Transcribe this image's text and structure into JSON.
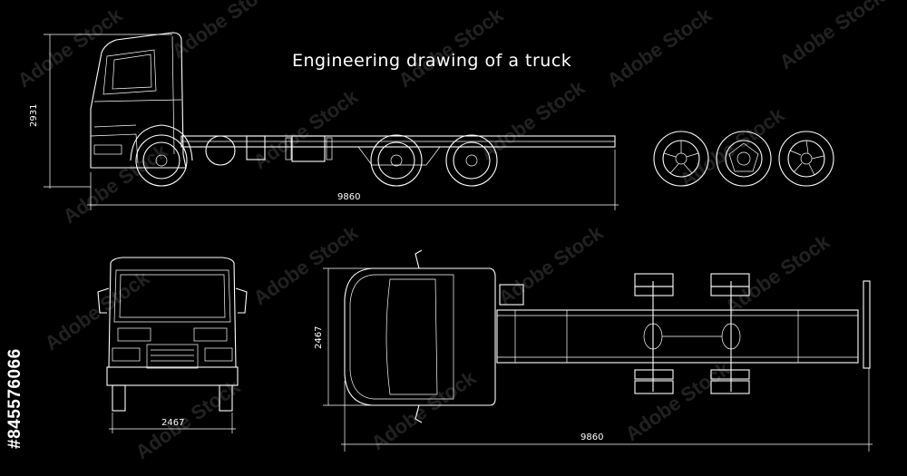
{
  "title": "Engineering drawing of a truck",
  "dimensions": {
    "side_height": "2931",
    "side_length": "9860",
    "front_width": "2467",
    "top_width": "2467",
    "top_length": "9860"
  },
  "stock_id": "#845576066",
  "watermark": "Adobe Stock",
  "colors": {
    "background": "#000000",
    "lines": "#ffffff"
  }
}
